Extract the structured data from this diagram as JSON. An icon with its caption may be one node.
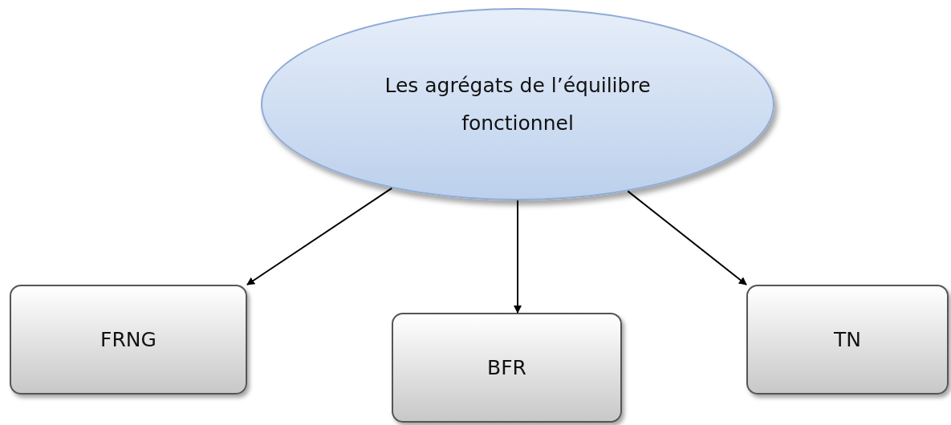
{
  "diagram": {
    "nodes": [
      {
        "text": [
          "Les agrégats de l’équilibre fonctionnel"
        ]
      },
      {
        "text": [
          "FRNG"
        ]
      },
      {
        "text": [
          "BFR"
        ]
      },
      {
        "text": [
          "TN"
        ]
      }
    ],
    "edges": [
      {
        "from": 0,
        "to": 1,
        "arrow": "to"
      },
      {
        "from": 0,
        "to": 2,
        "arrow": "to"
      },
      {
        "from": 0,
        "to": 3,
        "arrow": "to"
      }
    ]
  }
}
